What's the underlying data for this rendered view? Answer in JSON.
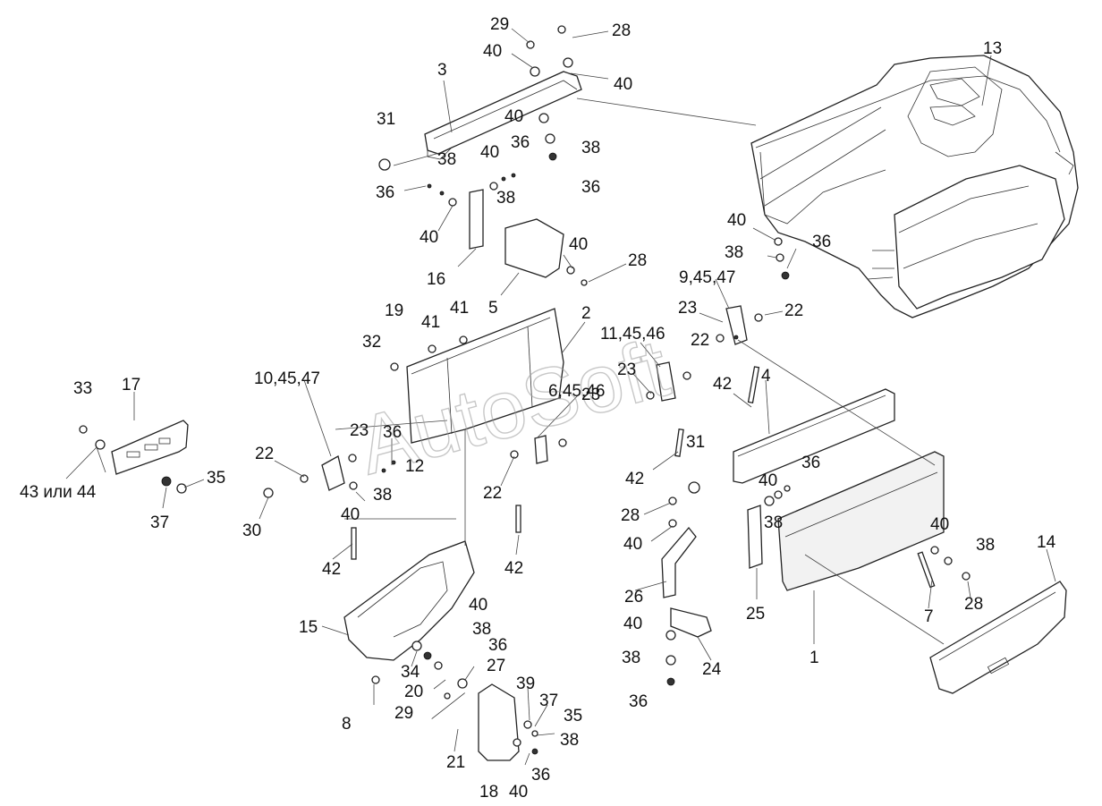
{
  "watermark": "AutoSoft",
  "labels": {
    "l_29a": "29",
    "l_28a": "28",
    "l_40a": "40",
    "l_40b": "40",
    "l_3": "3",
    "l_13": "13",
    "l_31a": "31",
    "l_40c": "40",
    "l_38a": "38",
    "l_36a": "36",
    "l_38b": "38",
    "l_40d": "40",
    "l_38c": "38",
    "l_36b": "36",
    "l_36c": "36",
    "l_40e": "40",
    "l_16": "16",
    "l_40f": "40",
    "l_28b": "28",
    "l_5": "5",
    "l_40g": "40",
    "l_38d": "38",
    "l_36d": "36",
    "l_9_45_47": "9,45,47",
    "l_23a": "23",
    "l_22a": "22",
    "l_19": "19",
    "l_41a": "41",
    "l_41b": "41",
    "l_2": "2",
    "l_11_45_46": "11,45,46",
    "l_22b": "22",
    "l_32": "32",
    "l_23b": "23",
    "l_6_45_46": "6,45,46",
    "l_23c": "23",
    "l_42a": "42",
    "l_4": "4",
    "l_33": "33",
    "l_17": "17",
    "l_10_45_47": "10,45,47",
    "l_23d": "23",
    "l_36e": "36",
    "l_31b": "31",
    "l_22c": "22",
    "l_12": "12",
    "l_42b": "42",
    "l_36f": "36",
    "l_40h": "40",
    "l_43_44": "43 или 44",
    "l_35a": "35",
    "l_38e": "38",
    "l_22d": "22",
    "l_38f": "38",
    "l_37a": "37",
    "l_30": "30",
    "l_40i": "40",
    "l_28c": "28",
    "l_40j": "40",
    "l_40k": "40",
    "l_38g": "38",
    "l_42c": "42",
    "l_42d": "42",
    "l_14": "14",
    "l_26": "26",
    "l_28d": "28",
    "l_25": "25",
    "l_7": "7",
    "l_1": "1",
    "l_15": "15",
    "l_40l": "40",
    "l_38h": "38",
    "l_36g": "36",
    "l_40m": "40",
    "l_24": "24",
    "l_34": "34",
    "l_27": "27",
    "l_38i": "38",
    "l_20": "20",
    "l_29b": "29",
    "l_39": "39",
    "l_37b": "37",
    "l_36h": "36",
    "l_35b": "35",
    "l_8": "8",
    "l_38j": "38",
    "l_21": "21",
    "l_18": "18",
    "l_40n": "40",
    "l_36i": "36"
  }
}
